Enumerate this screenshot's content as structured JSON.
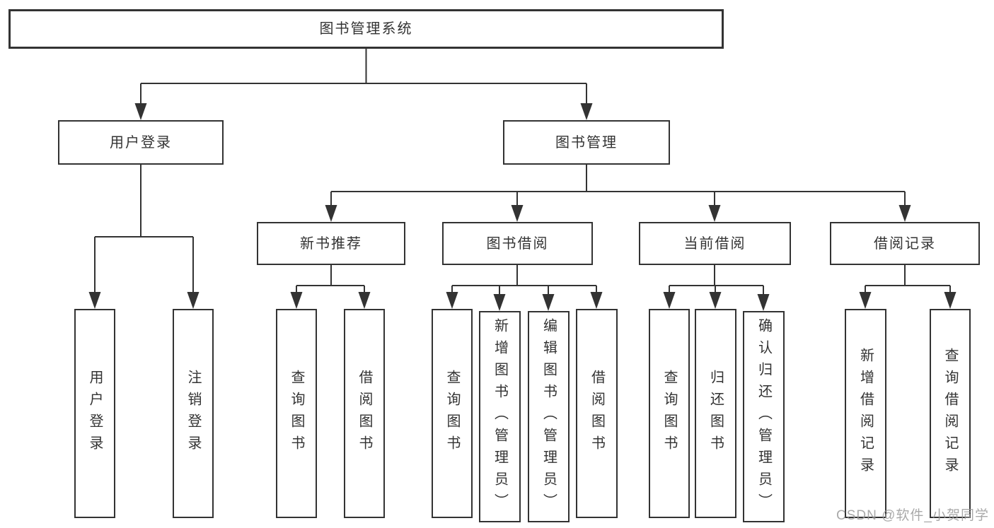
{
  "tree": {
    "root": {
      "label": "图书管理系统"
    },
    "branches": [
      {
        "label": "用户登录",
        "children": [
          {
            "label": "用户登录"
          },
          {
            "label": "注销登录"
          }
        ]
      },
      {
        "label": "图书管理",
        "children": [
          {
            "label": "新书推荐",
            "children": [
              {
                "label": "查询图书"
              },
              {
                "label": "借阅图书"
              }
            ]
          },
          {
            "label": "图书借阅",
            "children": [
              {
                "label": "查询图书"
              },
              {
                "label": "新增图书（管理员）"
              },
              {
                "label": "编辑图书（管理员）"
              },
              {
                "label": "借阅图书"
              }
            ]
          },
          {
            "label": "当前借阅",
            "children": [
              {
                "label": "查询图书"
              },
              {
                "label": "归还图书"
              },
              {
                "label": "确认归还（管理员）"
              }
            ]
          },
          {
            "label": "借阅记录",
            "children": [
              {
                "label": "新增借阅记录"
              },
              {
                "label": "查询借阅记录"
              }
            ]
          }
        ]
      }
    ]
  },
  "watermark": {
    "text": "CSDN @软件_小贺同学"
  },
  "colors": {
    "line": "#333333",
    "text": "#333333",
    "watermark_text": "#9b9b9b",
    "background": "#ffffff"
  }
}
